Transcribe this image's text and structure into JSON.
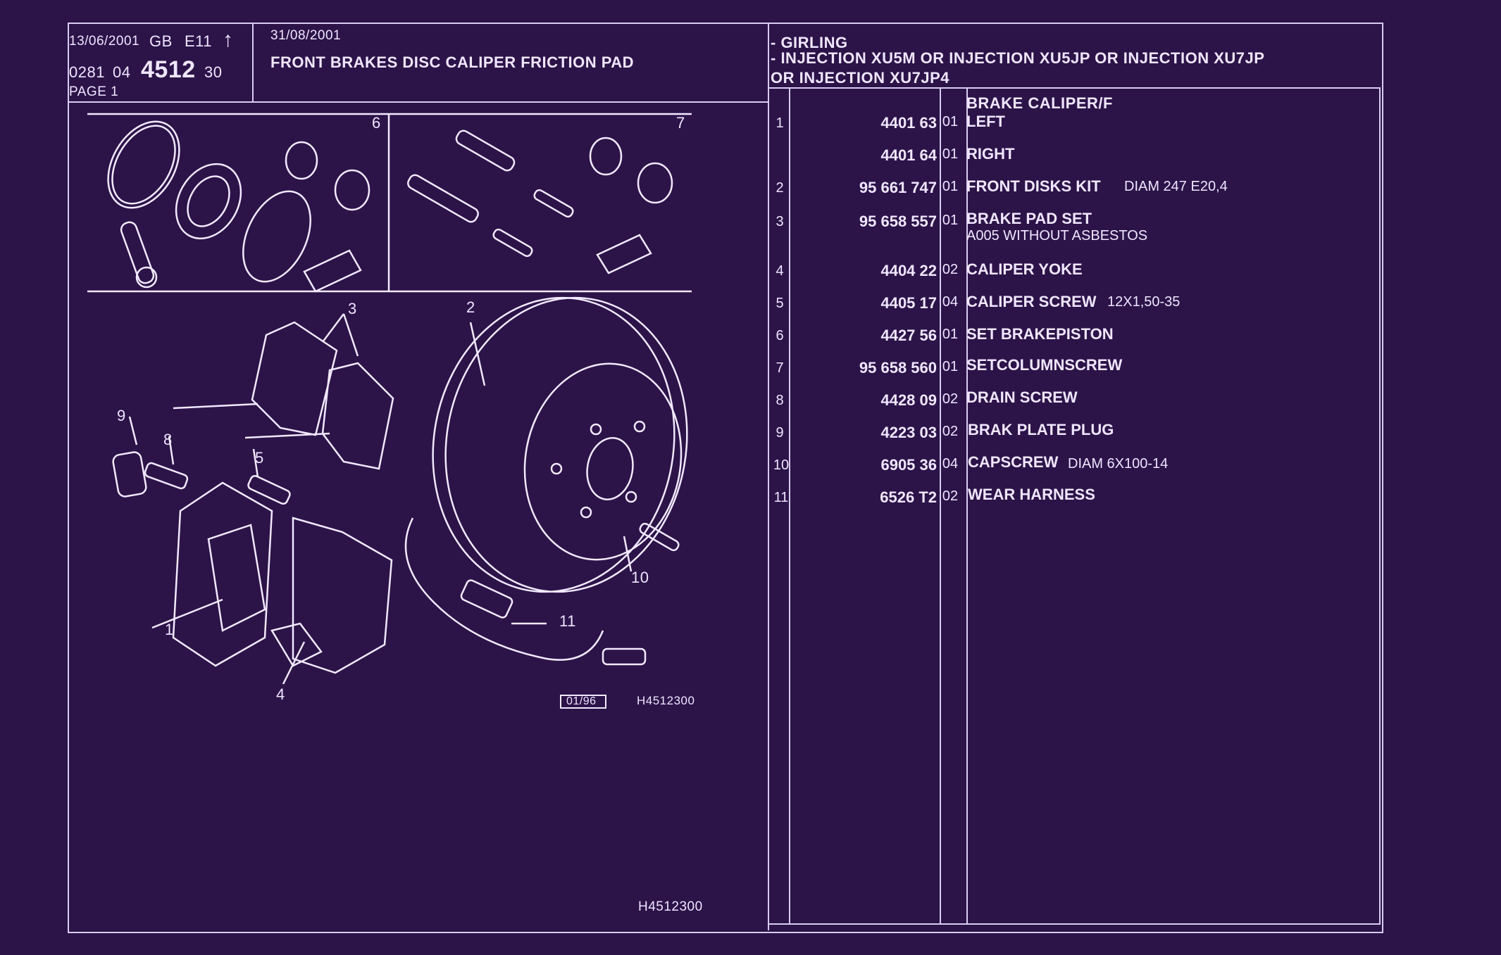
{
  "header": {
    "date": "13/06/2001",
    "lang": "GB",
    "edition": "E11",
    "arrow": "↑",
    "code_a": "0281",
    "code_b": "04",
    "group": "4512",
    "sub": "30",
    "page": "PAGE 1",
    "date2": "31/08/2001",
    "title": "FRONT BRAKES DISC CALIPER FRICTION PAD",
    "cond1": "- GIRLING",
    "cond2": "- INJECTION XU5M OR  INJECTION XU5JP OR  INJECTION XU7JP",
    "cond3": "OR  INJECTION XU7JP4"
  },
  "diagram": {
    "panel6": "6",
    "panel7": "7",
    "callouts": [
      "1",
      "2",
      "3",
      "4",
      "5",
      "8",
      "9",
      "10",
      "11"
    ],
    "stamp": "01/96",
    "ref": "H4512300",
    "ref_bottom": "H4512300"
  },
  "parts_top_label": "BRAKE CALIPER/F",
  "parts": [
    {
      "idx": "1",
      "ref": "4401 63",
      "qty": "01",
      "desc": "LEFT",
      "extra": ""
    },
    {
      "idx": "",
      "ref": "4401 64",
      "qty": "01",
      "desc": "RIGHT",
      "extra": ""
    },
    {
      "idx": "2",
      "ref": "95 661 747",
      "qty": "01",
      "desc": "FRONT DISKS KIT",
      "extra": "DIAM 247 E20,4"
    },
    {
      "idx": "3",
      "ref": "95 658 557",
      "qty": "01",
      "desc": "BRAKE PAD SET",
      "extra": "",
      "line2": "A005 WITHOUT ASBESTOS"
    },
    {
      "idx": "4",
      "ref": "4404 22",
      "qty": "02",
      "desc": "CALIPER YOKE",
      "extra": ""
    },
    {
      "idx": "5",
      "ref": "4405 17",
      "qty": "04",
      "desc": "CALIPER SCREW",
      "extra": "12X1,50-35"
    },
    {
      "idx": "6",
      "ref": "4427 56",
      "qty": "01",
      "desc": "SET BRAKEPISTON",
      "extra": ""
    },
    {
      "idx": "7",
      "ref": "95 658 560",
      "qty": "01",
      "desc": "SETCOLUMNSCREW",
      "extra": ""
    },
    {
      "idx": "8",
      "ref": "4428 09",
      "qty": "02",
      "desc": "DRAIN SCREW",
      "extra": ""
    },
    {
      "idx": "9",
      "ref": "4223 03",
      "qty": "02",
      "desc": "BRAK PLATE PLUG",
      "extra": ""
    },
    {
      "idx": "10",
      "ref": "6905 36",
      "qty": "04",
      "desc": "CAPSCREW",
      "extra": "DIAM 6X100-14"
    },
    {
      "idx": "11",
      "ref": "6526 T2",
      "qty": "02",
      "desc": "WEAR HARNESS",
      "extra": ""
    }
  ]
}
